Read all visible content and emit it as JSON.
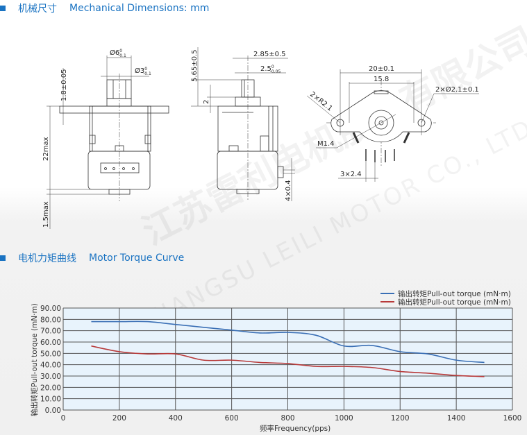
{
  "sections": {
    "dimensions": {
      "title_cn": "机械尺寸",
      "title_en": "Mechanical Dimensions: mm"
    },
    "torque": {
      "title_cn": "电机力矩曲线",
      "title_en": "Motor Torque Curve"
    }
  },
  "watermark": {
    "cn": "江苏雷利电机股份有限公司",
    "en": "JIANGSU LEILI MOTOR CO., LTD."
  },
  "front_view": {
    "shaft_dia": "Ø6",
    "shaft_dia_tol_upper": "0",
    "shaft_dia_tol_lower": "-0.1",
    "flat_dia": "Ø3",
    "flat_dia_tol_upper": "0",
    "flat_dia_tol_lower": "-0.1",
    "flange_thickness": "1.8±0.05",
    "height": "22max",
    "bottom": "1.5max"
  },
  "side_view": {
    "shaft_length": "5.65±0.5",
    "flat_offset": "2.85±0.5",
    "flat_width": "2.5",
    "flat_width_tol_upper": "0",
    "flat_width_tol_lower": "-0.05",
    "boss_height": "2",
    "pin_size": "4×0.4"
  },
  "top_view": {
    "hole_spacing": "20±0.1",
    "inner_width": "15.8",
    "radius": "2×R2.1",
    "hole_dia": "2×Ø2.1±0.1",
    "thread": "M1.4",
    "pin_pitch": "3×2.4"
  },
  "chart_data": {
    "type": "line",
    "xlabel": "频率Frequency(pps)",
    "ylabel": "输出转矩Pull-out torque (mN·m)",
    "xlim": [
      0,
      1600
    ],
    "ylim": [
      0,
      90
    ],
    "x_ticks": [
      "0",
      "200",
      "400",
      "600",
      "800",
      "1000",
      "1200",
      "1400",
      "1600"
    ],
    "y_ticks": [
      "0.00",
      "10.00",
      "20.00",
      "30.00",
      "40.00",
      "50.00",
      "60.00",
      "70.00",
      "80.00",
      "90.00"
    ],
    "grid": true,
    "legend_position": "top-right",
    "x": [
      100,
      200,
      300,
      400,
      500,
      600,
      700,
      800,
      900,
      1000,
      1100,
      1200,
      1300,
      1400,
      1500
    ],
    "series": [
      {
        "name": "输出转矩Pull-out torque (mN·m)",
        "color": "#3a6fb5",
        "values": [
          78,
          78,
          78,
          75.5,
          73,
          70.5,
          68,
          68.5,
          66,
          56.5,
          57,
          51.5,
          49.5,
          44,
          42
        ]
      },
      {
        "name": "输出转矩Pull-out torque (mN·m)",
        "color": "#b83a3a",
        "values": [
          56.5,
          51.5,
          49.5,
          49.5,
          44,
          44,
          42,
          41,
          38.5,
          38.5,
          37.5,
          34,
          32.5,
          30.5,
          29.5
        ]
      }
    ]
  }
}
